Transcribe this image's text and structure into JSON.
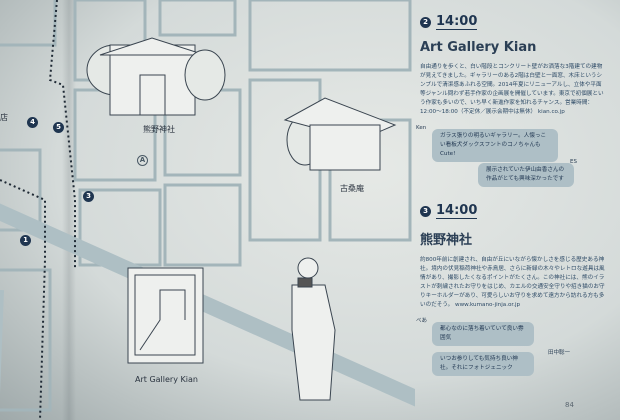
{
  "map": {
    "markers": [
      "4",
      "5",
      "3",
      "1"
    ],
    "area_marker": "A",
    "labels": {
      "shrine": "熊野神社",
      "kosoan": "古桑庵",
      "gallery": "Art Gallery Kian",
      "shop": "店"
    }
  },
  "spots": [
    {
      "number": "2",
      "time": "14:00",
      "title": "Art Gallery Kian",
      "body": "自由通りを歩くと、白い階段とコンクリート壁がお洒落な3階建ての建物が見えてきました。ギャラリーのある2階は白壁と一面窓、木床というシンプルで清潔感あふれる空間。2014年夏にリニューアルし、立体や平面等ジャンル問わず若手作家の企画展を開催しています。東京で初個展という作家も多いので、いち早く新進作家を知れるチャンス。営業時間：12:00～18:00（不定休／展示会期中は無休） kian.co.jp",
      "comments": [
        {
          "author": "Ken",
          "text": "ガラス張りの明るいギャラリー。人懐っこい看板犬ダックスフントのコノちゃんもCute!"
        },
        {
          "author": "ES",
          "text": "展示されていた伊山由香さんの作品がとても興味深かったです"
        }
      ]
    },
    {
      "number": "3",
      "time": "14:00",
      "title": "熊野神社",
      "body": "約800年前に創建され、自由が丘にいながら懐かしさを感じる歴史ある神社。境内の伏見稲荷神社や赤鳥居、さらに新緑の木々やレトロな遊具は風情があり、撮影したくなるポイントがたくさん。この神社には、熊のイラストが刺繍されたお守りをはじめ、カエルの交通安全守りや招き猫のお守りキーホルダーがあり、可愛らしいお守りを求めて遠方から訪れる方も多いのだそう。 www.kumano-jinja.or.jp",
      "comments": [
        {
          "author": "べあ",
          "text": "都心なのに落ち着いていて良い雰囲気"
        },
        {
          "author": "田中聡一",
          "text": "いつお参りしても気持ち良い神社。それにフォトジェニック"
        }
      ]
    }
  ],
  "page_number": "84",
  "colors": {
    "accent": "#1f3550",
    "bubble": "#aebfc6",
    "road": "#9fb3b8"
  }
}
